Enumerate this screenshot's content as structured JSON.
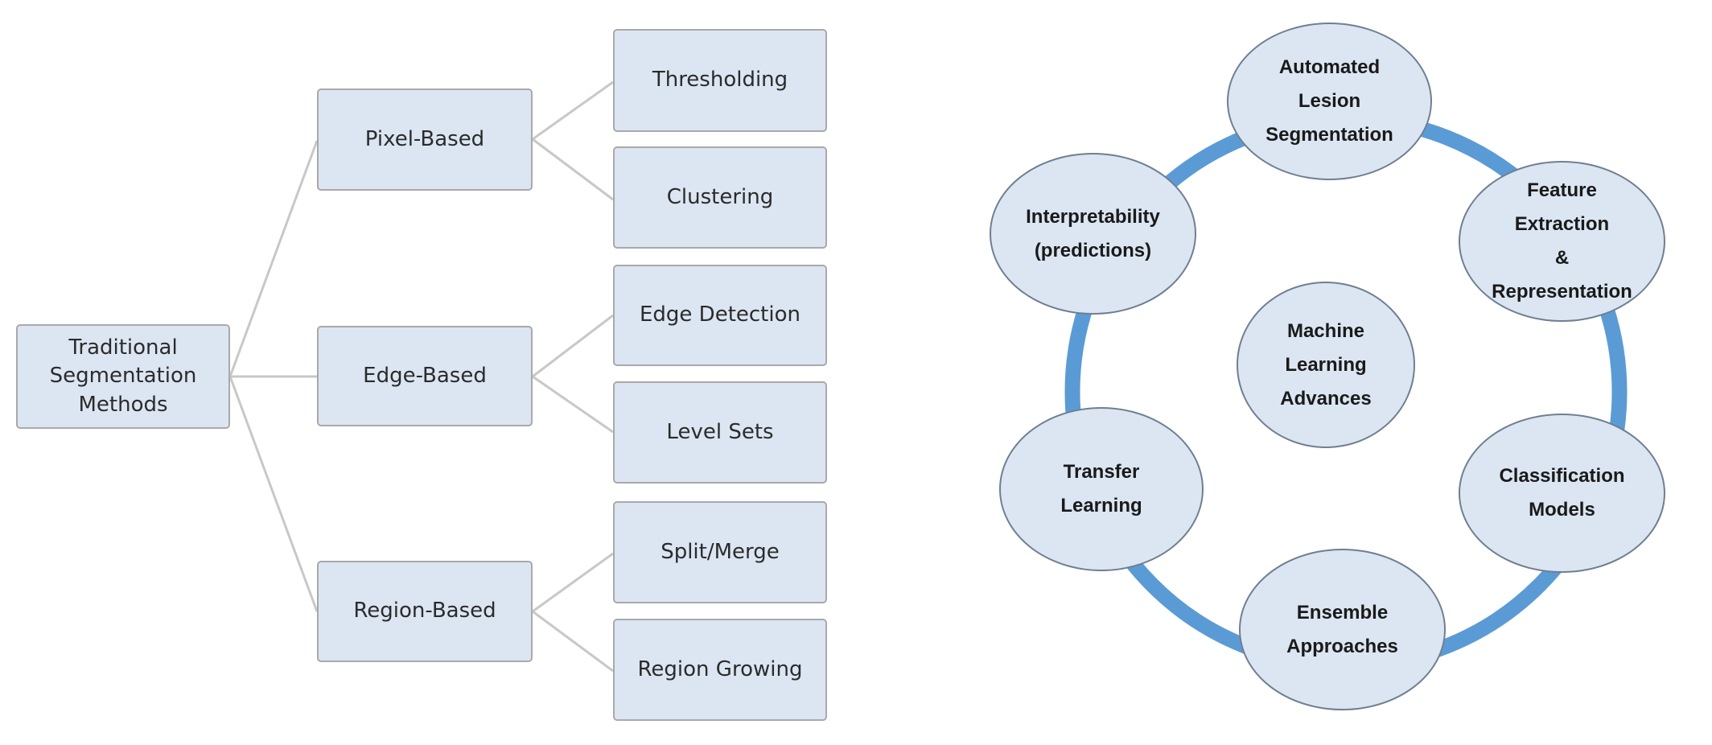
{
  "colors": {
    "node_fill": "#dce6f2",
    "box_border": "#a9a9a9",
    "connector": "#c8c8c8",
    "ring": "#5b9bd5",
    "circle_border": "#6f7f91"
  },
  "tree": {
    "root": {
      "label": "Traditional\nSegmentation\nMethods"
    },
    "branches": [
      {
        "label": "Pixel-Based",
        "children": [
          {
            "label": "Thresholding"
          },
          {
            "label": "Clustering"
          }
        ]
      },
      {
        "label": "Edge-Based",
        "children": [
          {
            "label": "Edge Detection"
          },
          {
            "label": "Level Sets"
          }
        ]
      },
      {
        "label": "Region-Based",
        "children": [
          {
            "label": "Split/Merge"
          },
          {
            "label": "Region Growing"
          }
        ]
      }
    ]
  },
  "cycle": {
    "center": {
      "label": "Machine\nLearning\nAdvances"
    },
    "nodes": [
      {
        "label": "Automated\nLesion\nSegmentation"
      },
      {
        "label": "Feature\nExtraction\n&\nRepresentation"
      },
      {
        "label": "Classification\nModels"
      },
      {
        "label": "Ensemble\nApproaches"
      },
      {
        "label": "Transfer\nLearning"
      },
      {
        "label": "Interpretability\n(predictions)"
      }
    ]
  }
}
